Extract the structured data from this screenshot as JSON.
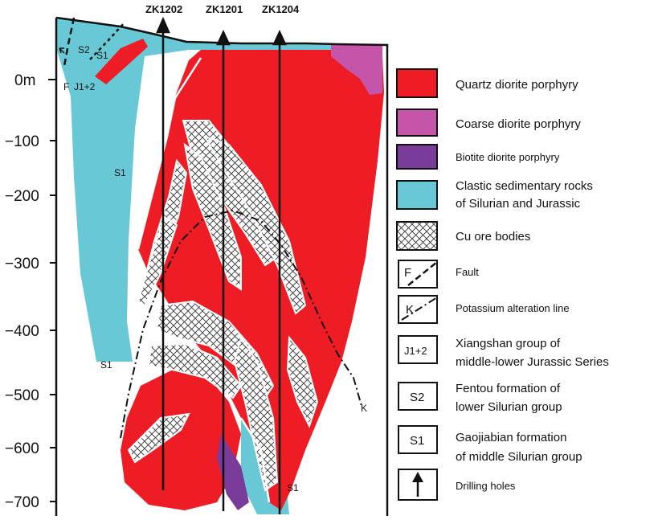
{
  "depth_axis": {
    "ticks": [
      "0m",
      "−100",
      "−200",
      "−300",
      "−400",
      "−500",
      "−600",
      "−700"
    ]
  },
  "drill_holes": [
    "ZK1202",
    "ZK1201",
    "ZK1204"
  ],
  "section_labels": {
    "s2_top": "S2",
    "s1_top": "S1",
    "fault": "F",
    "jurassic": "J1+2",
    "s1_left": "S1",
    "s1_mid": "S1",
    "s1_bottom": "S1",
    "k_line": "K"
  },
  "legend": {
    "items": [
      {
        "swatch": "quartz-diorite",
        "line1": "Quartz diorite porphyry",
        "line2": "",
        "color": "#ee1c25"
      },
      {
        "swatch": "coarse-diorite",
        "line1": "Coarse diorite porphyry",
        "line2": "",
        "color": "#c455a8"
      },
      {
        "swatch": "biotite-diorite",
        "line1": "Biotite diorite porphyry",
        "line2": "",
        "color": "#7a3b9a"
      },
      {
        "swatch": "clastic",
        "line1": "Clastic sedimentary rocks",
        "line2": "of Silurian and Jurassic",
        "color": "#68c8d6"
      },
      {
        "swatch": "cu-ore",
        "line1": "Cu ore bodies",
        "line2": ""
      },
      {
        "swatch": "fault",
        "line1": "Fault",
        "line2": "",
        "symbol": "F"
      },
      {
        "swatch": "k-line",
        "line1": "Potassium alteration line",
        "line2": "",
        "symbol": "K"
      },
      {
        "swatch": "jurassic",
        "line1": "Xiangshan group of",
        "line2": "middle-lower Jurassic Series",
        "symbol": "J1+2"
      },
      {
        "swatch": "s2",
        "line1": "Fentou formation of",
        "line2": "lower Silurian group",
        "symbol": "S2"
      },
      {
        "swatch": "s1",
        "line1": "Gaojiabian formation",
        "line2": "of middle Silurian group",
        "symbol": "S1"
      },
      {
        "swatch": "drill",
        "line1": "Drilling holes",
        "line2": ""
      }
    ]
  },
  "colors": {
    "quartz": "#ee1c25",
    "coarse": "#c455a8",
    "biotite": "#7a3b9a",
    "clastic": "#68c8d6"
  }
}
